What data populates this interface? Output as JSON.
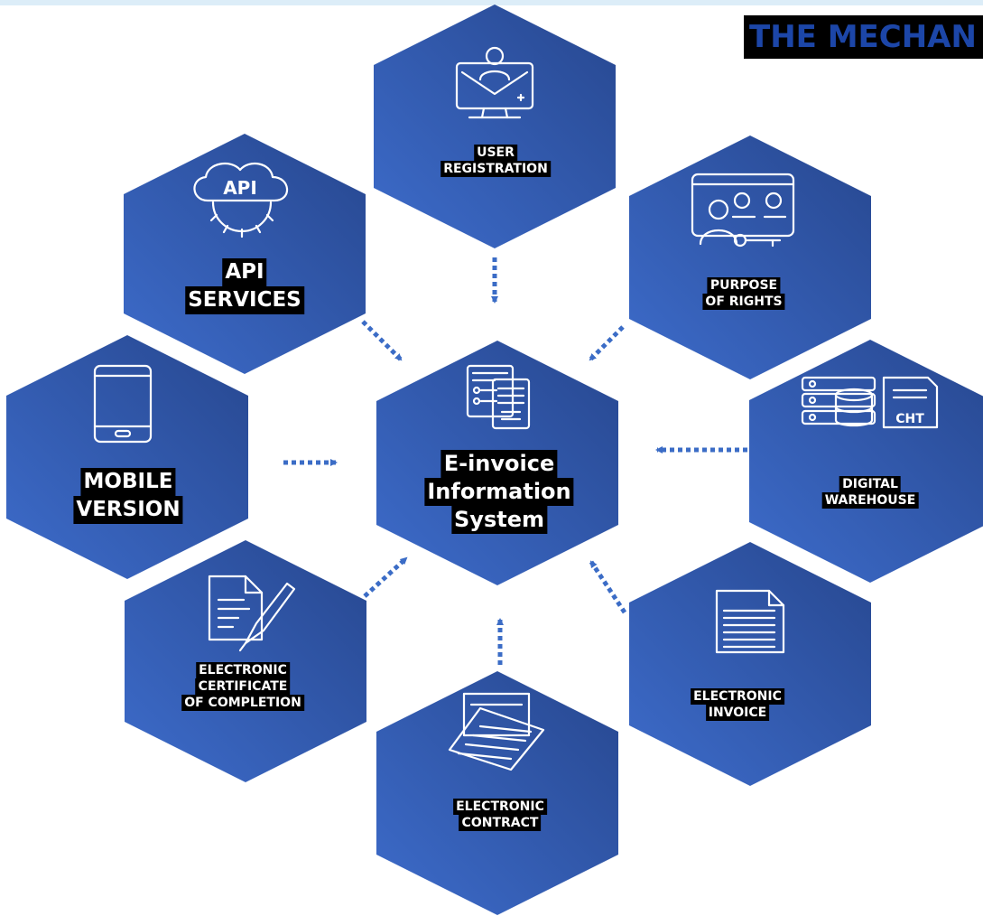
{
  "banner_text": "THE MECHAN",
  "colors": {
    "hex_dark": "#2a4e99",
    "hex_light": "#3a66c2",
    "arrow": "#3b6cc6"
  },
  "center": {
    "line1": "E-invoice",
    "line2": "Information",
    "line3": "System",
    "icon": "invoice-system-icon"
  },
  "nodes": {
    "user_registration": {
      "line1": "USER",
      "line2": "REGISTRATION",
      "icon": "user-registration-icon"
    },
    "purpose_of_rights": {
      "line1": "PURPOSE",
      "line2": "OF RIGHTS",
      "icon": "user-rights-key-icon"
    },
    "digital_warehouse": {
      "line1": "DIGITAL",
      "line2": "WAREHOUSE",
      "icon": "database-server-icon",
      "badge": "CHT"
    },
    "electronic_invoice": {
      "line1": "ELECTRONIC",
      "line2": "INVOICE",
      "icon": "document-icon"
    },
    "electronic_contract": {
      "line1": "ELECTRONIC",
      "line2": "CONTRACT",
      "icon": "contract-papers-icon"
    },
    "electronic_certificate": {
      "line1": "ELECTRONIC",
      "line2": "CERTIFICATE",
      "line3": "OF COMPLETION",
      "icon": "document-pen-icon"
    },
    "mobile_version": {
      "line1": "MOBILE",
      "line2": "VERSION",
      "icon": "tablet-icon"
    },
    "api_services": {
      "line1": "API",
      "line2": "SERVICES",
      "icon": "api-cloud-gear-icon",
      "badge": "API"
    }
  }
}
